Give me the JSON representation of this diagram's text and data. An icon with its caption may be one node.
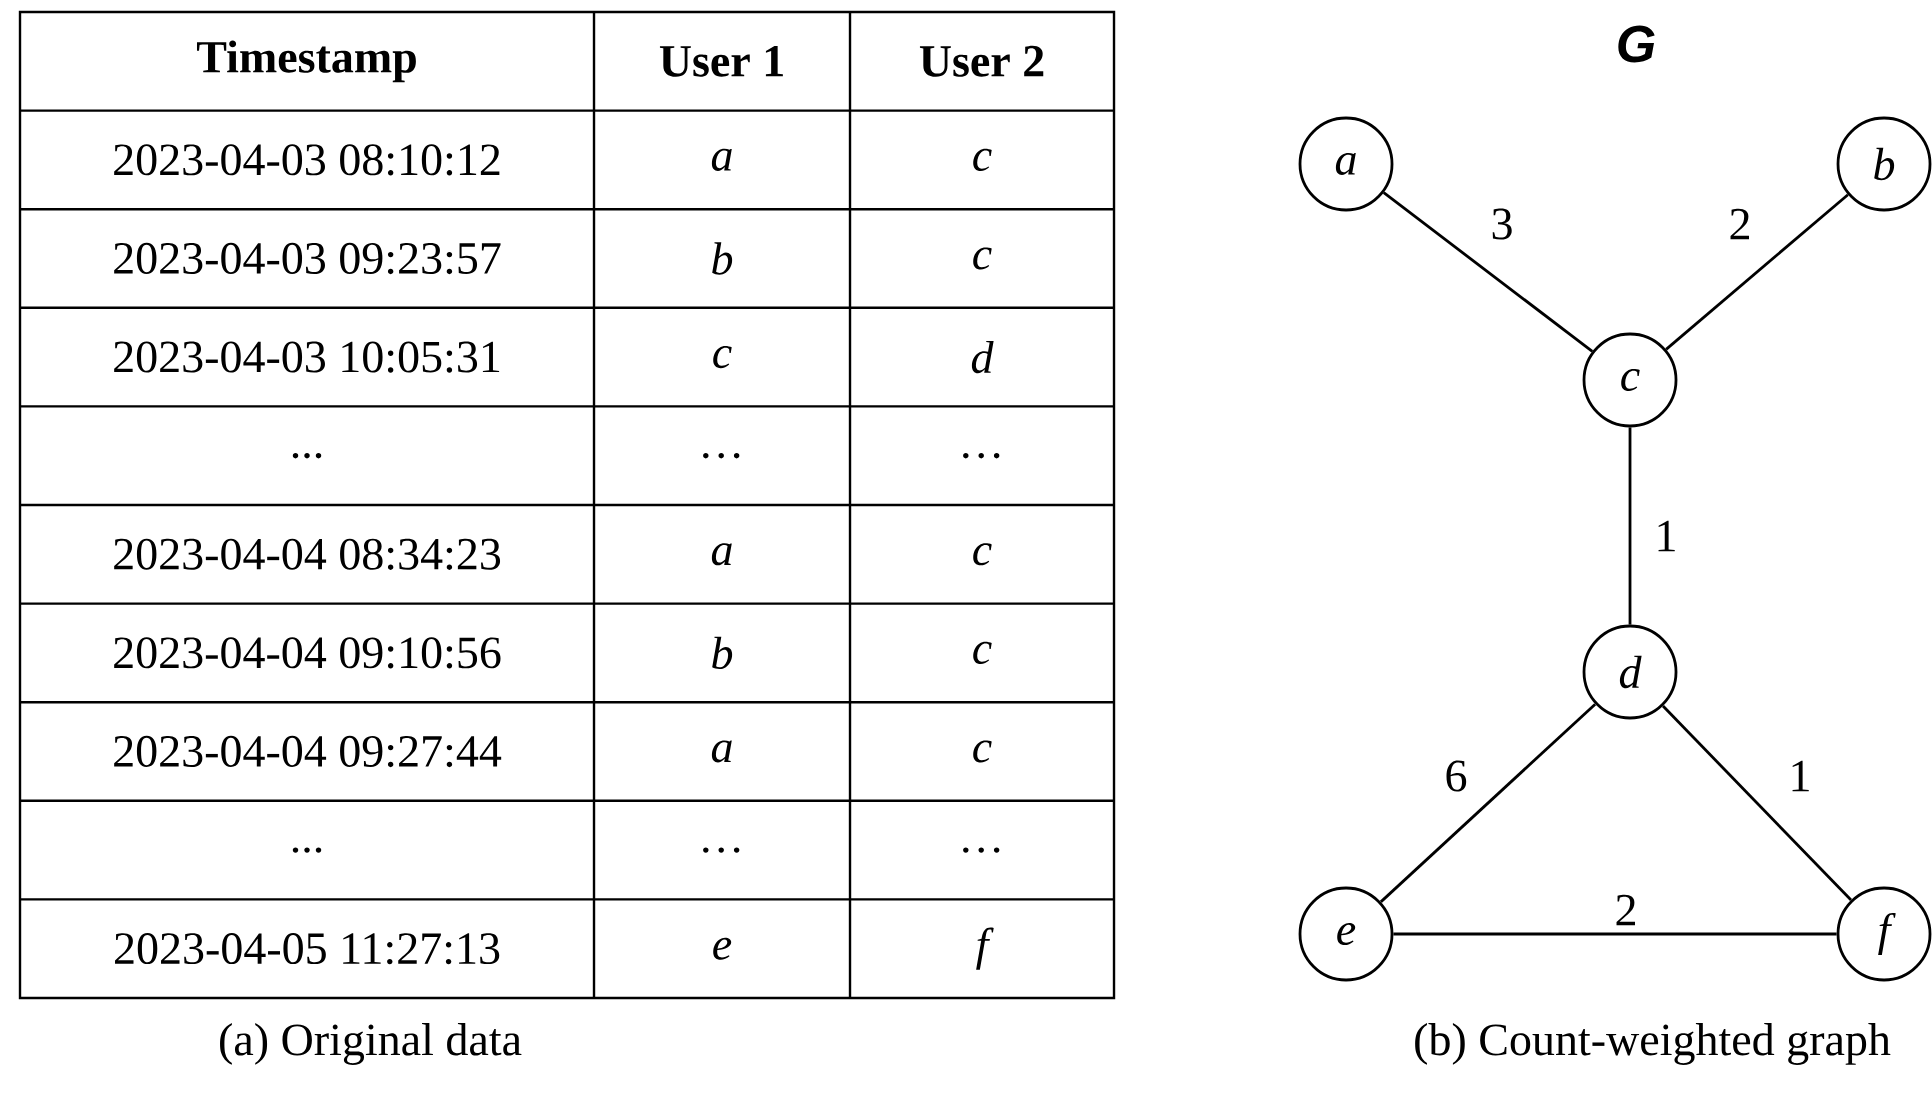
{
  "diagram": {
    "nodes": [
      {
        "text": [
          "a"
        ]
      },
      {
        "text": [
          "b"
        ]
      },
      {
        "text": [
          "c"
        ]
      },
      {
        "text": [
          "d"
        ]
      },
      {
        "text": [
          "e"
        ]
      },
      {
        "text": [
          "f"
        ]
      }
    ],
    "edges": [
      {
        "from": 0,
        "to": 2,
        "arrow": "none",
        "label": "3"
      },
      {
        "from": 1,
        "to": 2,
        "arrow": "none",
        "label": "2"
      },
      {
        "from": 2,
        "to": 3,
        "arrow": "none",
        "label": "1"
      },
      {
        "from": 3,
        "to": 4,
        "arrow": "none",
        "label": "6"
      },
      {
        "from": 3,
        "to": 5,
        "arrow": "none",
        "label": "1"
      },
      {
        "from": 4,
        "to": 5,
        "arrow": "none",
        "label": "2"
      }
    ],
    "labels": [
      "Timestamp",
      "User 1",
      "User 2",
      "2023-04-03 08:10:12",
      "a",
      "c",
      "2023-04-03 09:23:57",
      "b",
      "c",
      "2023-04-03 10:05:31",
      "c",
      "d",
      "...",
      "…",
      "…",
      "2023-04-04 08:34:23",
      "a",
      "c",
      "2023-04-04 09:10:56",
      "b",
      "c",
      "2023-04-04 09:27:44",
      "a",
      "c",
      "...",
      "…",
      "…",
      "2023-04-05 11:27:13",
      "e",
      "f",
      "(a) Original data",
      "G",
      "(b) Count-weighted graph"
    ]
  }
}
